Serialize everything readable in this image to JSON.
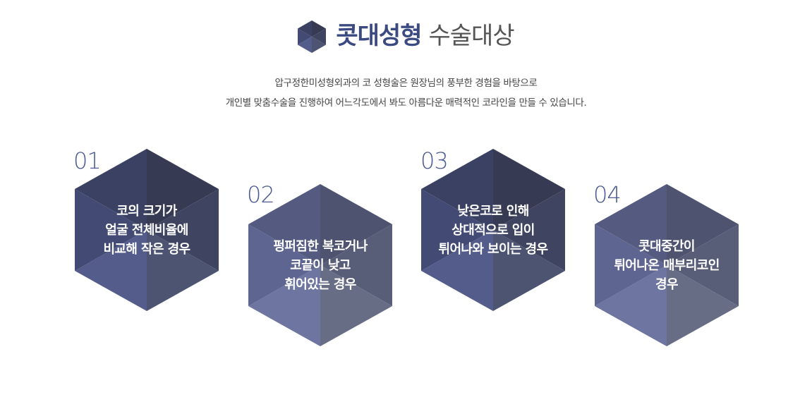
{
  "header": {
    "icon": "hexagon-icon",
    "title_strong": "콧대성형",
    "title_light": "수술대상"
  },
  "description": {
    "line1": "압구정한미성형외과의 코 성형술은 원장님의 풍부한 경험을 바탕으로",
    "line2": "개인별 맞춤수술을 진행하여 어느각도에서 봐도 아름다운 매력적인 코라인을 만들 수 있습니다."
  },
  "items": [
    {
      "number": "01",
      "lines": [
        "코의 크기가",
        "얼굴 전체비율에",
        "비교해 작은 경우"
      ],
      "colors": {
        "top_left": "#3a4163",
        "top_right": "#363b53",
        "right": "#3f4560",
        "bottom_right": "#4d5472",
        "bottom_left": "#545c8c",
        "left": "#434a74"
      }
    },
    {
      "number": "02",
      "lines": [
        "펑퍼짐한 복코거나",
        "코끝이 낮고",
        "휘어있는 경우"
      ],
      "colors": {
        "top_left": "#555b80",
        "top_right": "#4e5370",
        "right": "#595e78",
        "bottom_right": "#686d86",
        "bottom_left": "#6d75a0",
        "left": "#5e6590"
      }
    },
    {
      "number": "03",
      "lines": [
        "낮은코로 인해",
        "상대적으로 입이",
        "튀어나와 보이는 경우"
      ],
      "colors": {
        "top_left": "#3a4163",
        "top_right": "#363b53",
        "right": "#3f4560",
        "bottom_right": "#4d5472",
        "bottom_left": "#545c8c",
        "left": "#434a74"
      }
    },
    {
      "number": "04",
      "lines": [
        "콧대중간이",
        "튀어나온 매부리코인",
        "경우"
      ],
      "colors": {
        "top_left": "#555b80",
        "top_right": "#4e5370",
        "right": "#595e78",
        "bottom_right": "#686d86",
        "bottom_left": "#6d75a0",
        "left": "#5e6590"
      }
    }
  ],
  "colors": {
    "accent": "#3b4a80",
    "number": "#4a5a94",
    "text": "#444444"
  }
}
